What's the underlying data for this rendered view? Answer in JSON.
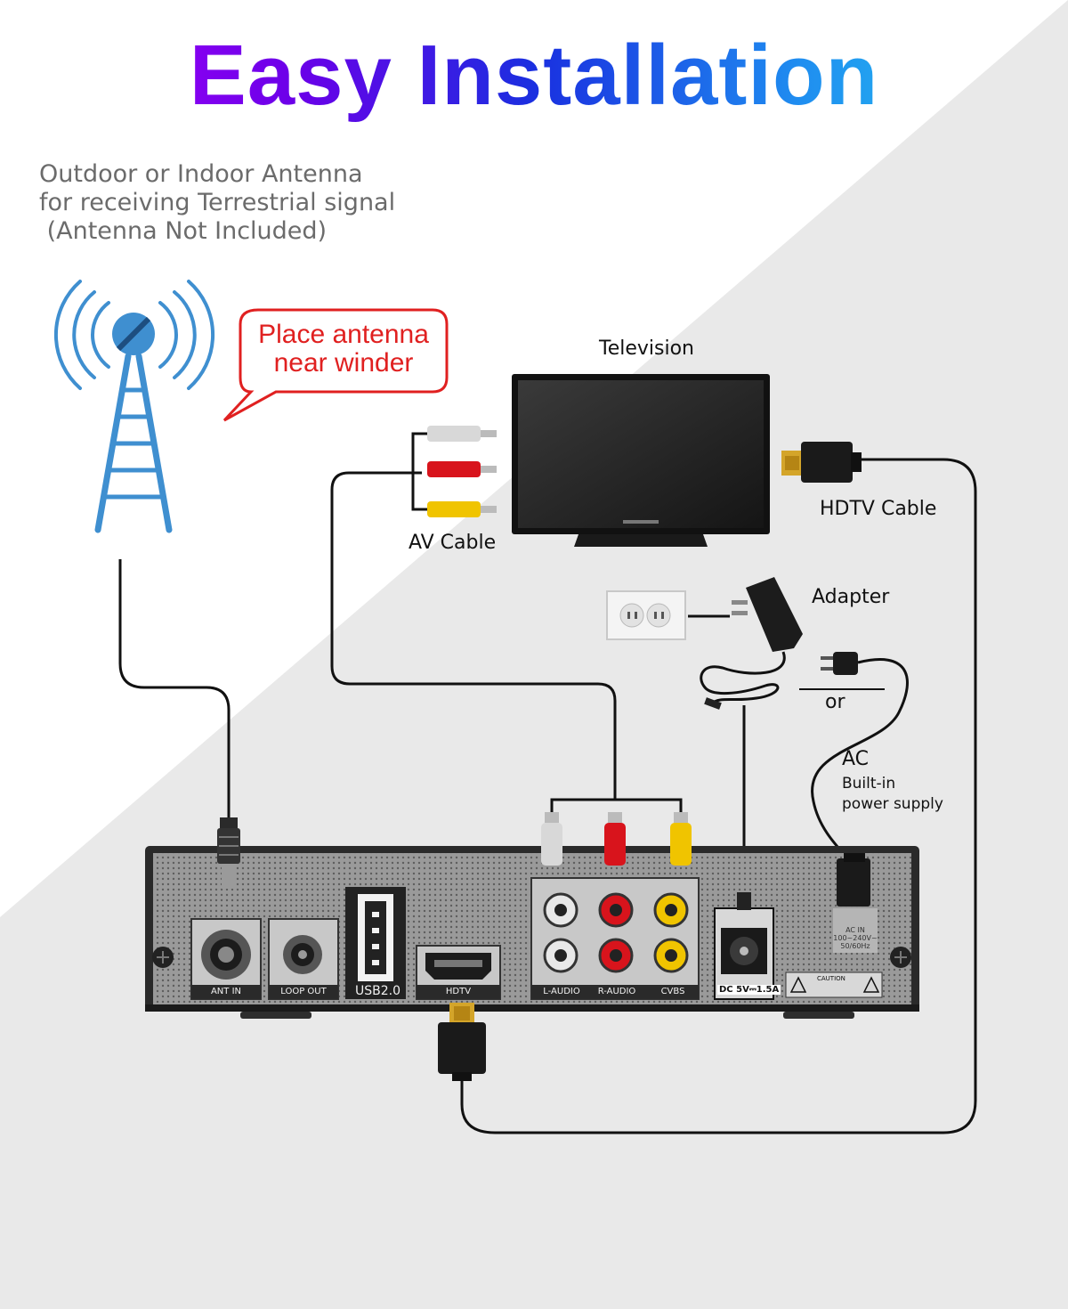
{
  "title": "Easy Installation",
  "antenna_note": {
    "line1": "Outdoor or Indoor Antenna",
    "line2": "for receiving Terrestrial signal",
    "line3": " (Antenna Not Included)"
  },
  "bubble": {
    "line1": "Place antenna",
    "line2": "near winder"
  },
  "labels": {
    "television": "Television",
    "av_cable": "AV Cable",
    "hdtv_cable": "HDTV Cable",
    "adapter": "Adapter",
    "or": "or",
    "ac": "AC",
    "ac_sub1": "Built-in",
    "ac_sub2": "power supply"
  },
  "ports": {
    "ant_in": "ANT IN",
    "loop_out": "LOOP OUT",
    "usb": "USB2.0",
    "hdtv": "HDTV",
    "l_audio": "L-AUDIO",
    "r_audio": "R-AUDIO",
    "cvbs": "CVBS",
    "dc": "DC 5V⎓1.5A",
    "ac_in_1": "AC IN",
    "ac_in_2": "100~240V~",
    "ac_in_3": "50/60Hz",
    "caution": "CAUTION"
  },
  "colors": {
    "title_start": "#b200ff",
    "title_end": "#29d3f0",
    "antenna_blue": "#3f8fd0",
    "bubble_red": "#e02020",
    "rca_white": "#d8d8d8",
    "rca_red": "#d8141c",
    "rca_yellow": "#f0c400",
    "box_body": "#8c8c8c",
    "cable": "#111111"
  },
  "icons": [
    "antenna-tower-icon",
    "wall-outlet-icon",
    "power-adapter-icon",
    "ac-plug-icon",
    "hdmi-plug-icon",
    "rca-plug-icon",
    "screw-icon",
    "warning-icon"
  ]
}
